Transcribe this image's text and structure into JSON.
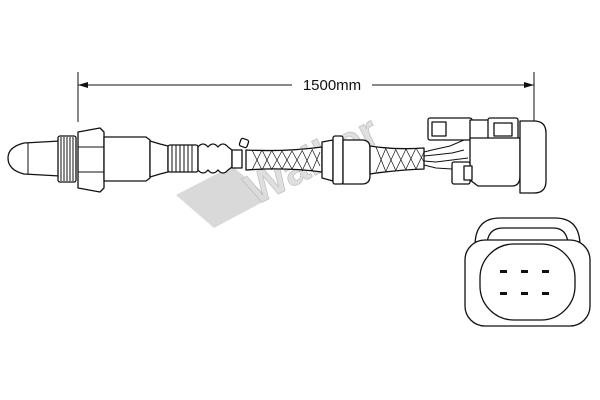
{
  "dimension": {
    "value": 1500,
    "unit": "mm",
    "label": "1500mm"
  },
  "watermark": {
    "brand": "Walker",
    "color": "#d9d9d9"
  },
  "connector_pins": {
    "count": 6,
    "rows": 2,
    "per_row": 3
  },
  "colors": {
    "line": "#111111",
    "background": "#ffffff"
  }
}
